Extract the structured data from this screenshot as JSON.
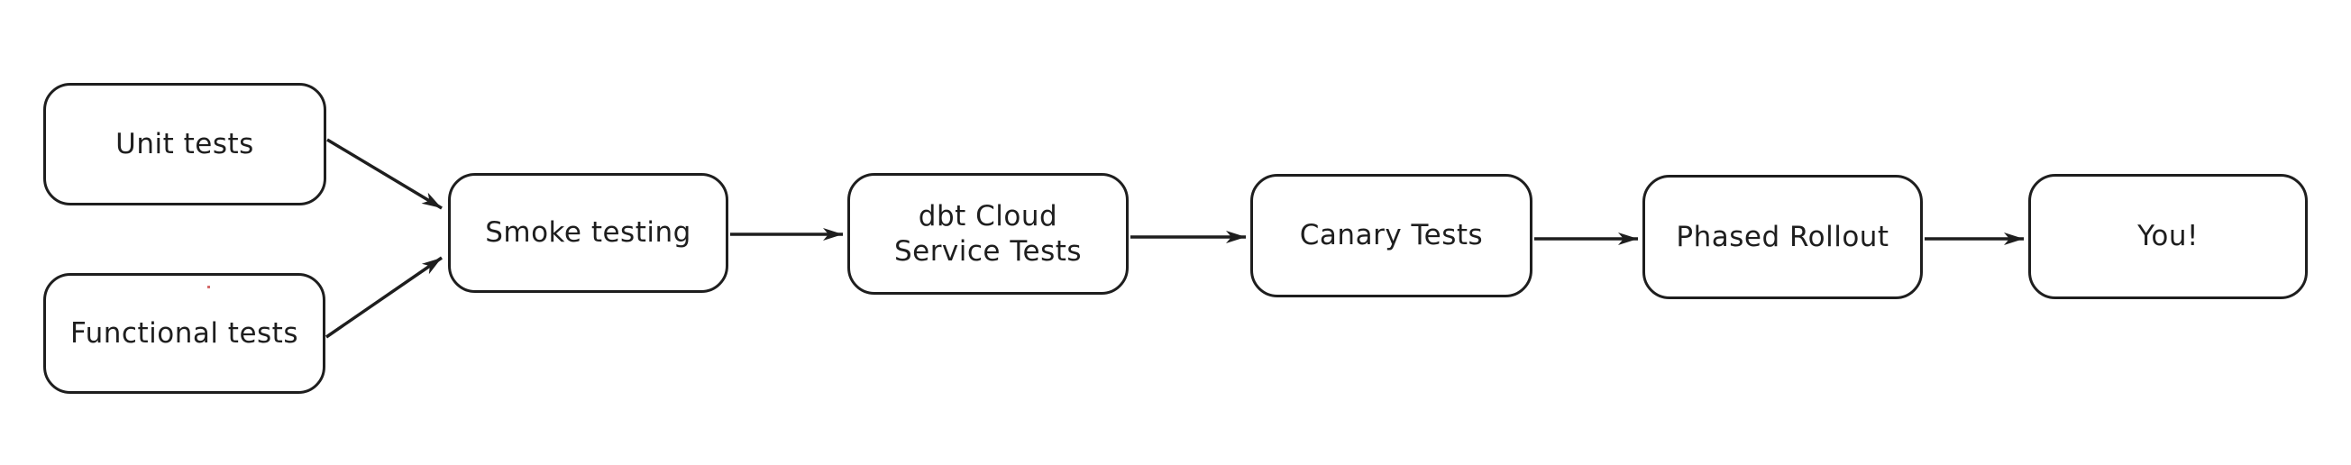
{
  "diagram": {
    "background_color": "#ffffff",
    "stroke_color": "#1e1e1e",
    "nodes": [
      {
        "id": "unit-tests",
        "label": "Unit tests"
      },
      {
        "id": "functional-tests",
        "label": "Functional tests"
      },
      {
        "id": "smoke-testing",
        "label": "Smoke testing"
      },
      {
        "id": "dbt-cloud-service-tests",
        "label": "dbt Cloud\nService Tests"
      },
      {
        "id": "canary-tests",
        "label": "Canary Tests"
      },
      {
        "id": "phased-rollout",
        "label": "Phased Rollout"
      },
      {
        "id": "you",
        "label": "You!"
      }
    ],
    "edges": [
      {
        "from": "Unit tests",
        "to": "Smoke testing"
      },
      {
        "from": "Functional tests",
        "to": "Smoke testing"
      },
      {
        "from": "Smoke testing",
        "to": "dbt Cloud Service Tests"
      },
      {
        "from": "dbt Cloud Service Tests",
        "to": "Canary Tests"
      },
      {
        "from": "Canary Tests",
        "to": "Phased Rollout"
      },
      {
        "from": "Phased Rollout",
        "to": "You!"
      }
    ]
  }
}
